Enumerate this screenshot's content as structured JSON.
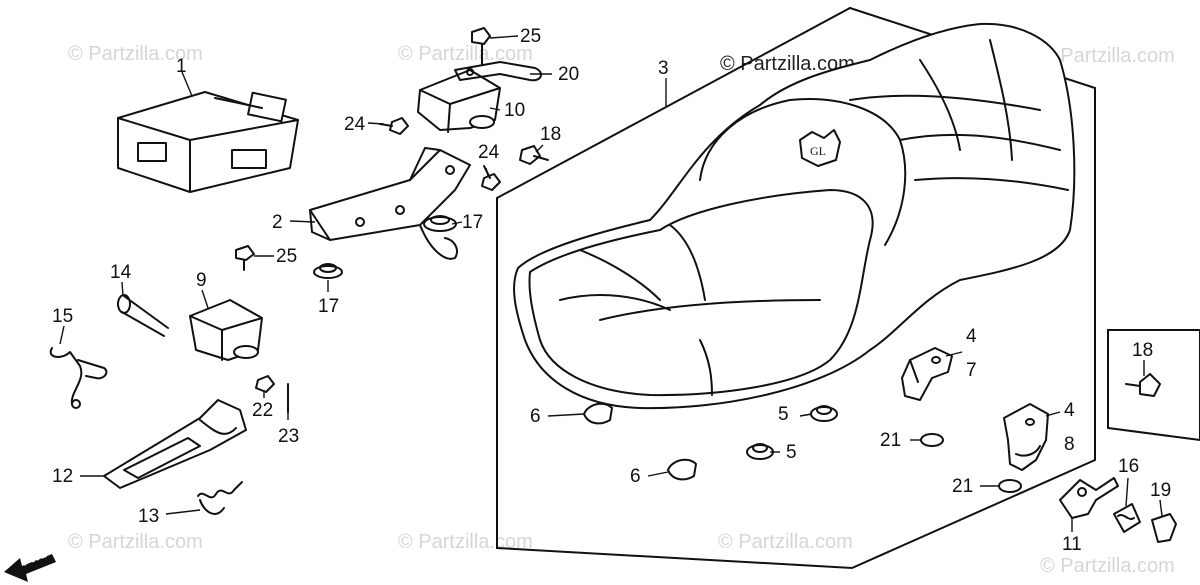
{
  "watermark": {
    "text": "© Partzilla.com",
    "main_text": "© Partzilla.com"
  },
  "fwd_label": "FWD",
  "callouts": {
    "p1": "1",
    "p2": "2",
    "p3": "3",
    "p4a": "4",
    "p4b": "4",
    "p5a": "5",
    "p5b": "5",
    "p6a": "6",
    "p6b": "6",
    "p7": "7",
    "p8": "8",
    "p9": "9",
    "p10": "10",
    "p11": "11",
    "p12": "12",
    "p13": "13",
    "p14": "14",
    "p15": "15",
    "p16": "16",
    "p17a": "17",
    "p17b": "17",
    "p18a": "18",
    "p18b": "18",
    "p19": "19",
    "p20": "20",
    "p21a": "21",
    "p21b": "21",
    "p22": "22",
    "p23": "23",
    "p24a": "24",
    "p24b": "24",
    "p25a": "25",
    "p25b": "25"
  }
}
